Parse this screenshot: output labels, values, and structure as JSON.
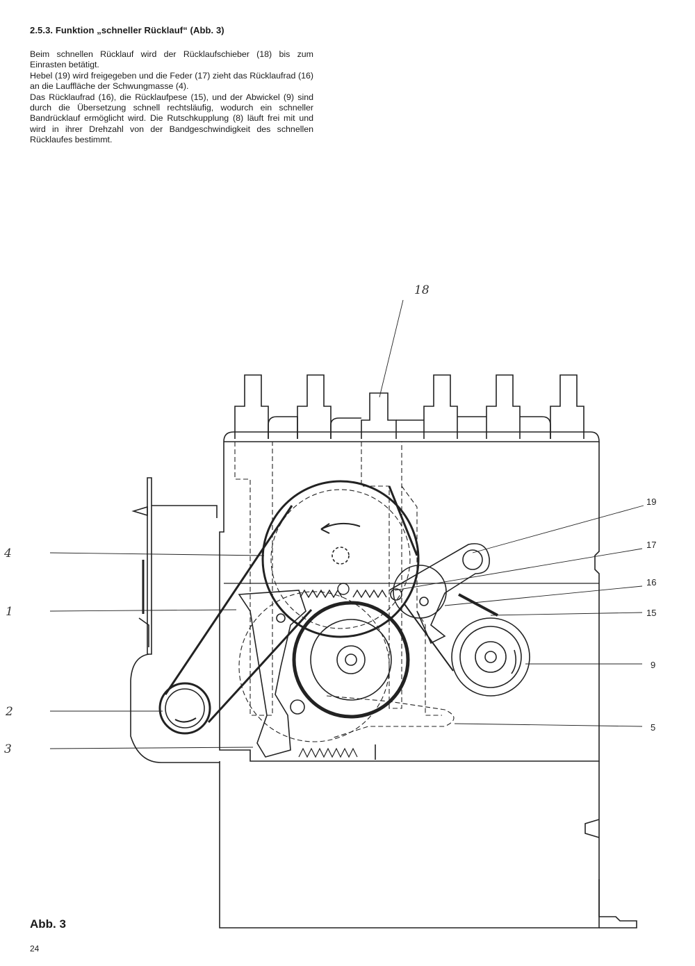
{
  "heading": "2.5.3. Funktion „schneller Rücklauf“ (Abb. 3)",
  "paragraphs": [
    "Beim schnellen Rücklauf wird der Rücklaufschieber (18) bis zum Einrasten betätigt.",
    "Hebel (19) wird freigegeben und die Feder (17) zieht das Rücklaufrad (16) an die Lauffläche der Schwungmasse (4).",
    "Das Rücklaufrad (16), die Rücklaufpese (15), und der Abwickel (9) sind durch die Übersetzung schnell rechtsläufig, wodurch ein schneller Bandrücklauf ermöglicht wird. Die Rutschkupplung (8) läuft frei mit und wird in ihrer Drehzahl von der Bandgeschwindigkeit des schnellen Rücklaufes bestimmt."
  ],
  "figure": {
    "caption": "Abb. 3",
    "labels": {
      "top": [
        "18"
      ],
      "right": [
        "19",
        "17",
        "16",
        "15",
        "9",
        "5"
      ],
      "left": [
        "4",
        "1",
        "2",
        "3"
      ]
    }
  },
  "page_number": "24"
}
